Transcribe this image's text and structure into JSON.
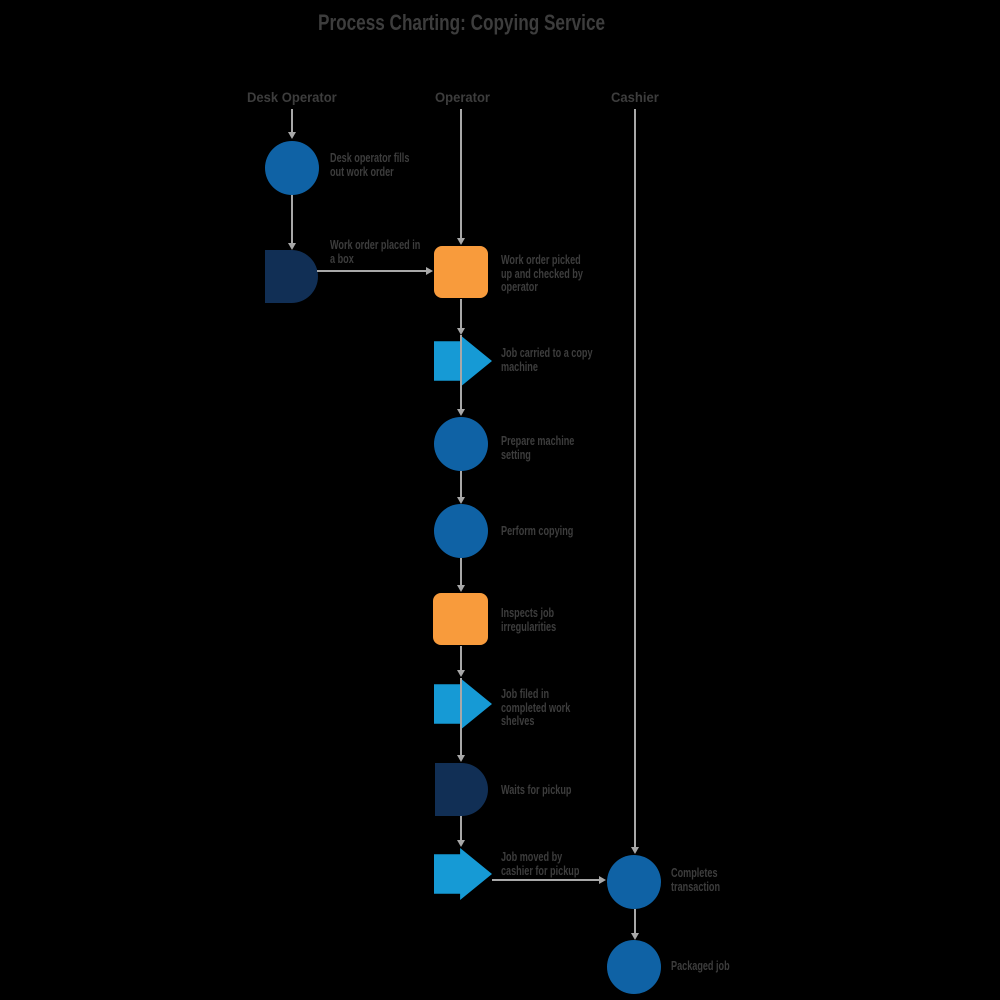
{
  "title": "Process Charting: Copying Service",
  "lanes": [
    {
      "label": "Desk Operator"
    },
    {
      "label": "Operator"
    },
    {
      "label": "Cashier"
    }
  ],
  "nodes": [
    {
      "shape": "circle",
      "lane": "Desk Operator",
      "label": "Desk operator fills\nout work order"
    },
    {
      "shape": "delay",
      "lane": "Desk Operator",
      "label": "Work order placed in\na box"
    },
    {
      "shape": "square",
      "lane": "Operator",
      "label": "Work order picked\nup and checked by\noperator"
    },
    {
      "shape": "arrow",
      "lane": "Operator",
      "label": "Job carried to a copy\nmachine"
    },
    {
      "shape": "circle",
      "lane": "Operator",
      "label": "Prepare machine\nsetting"
    },
    {
      "shape": "circle",
      "lane": "Operator",
      "label": "Perform copying"
    },
    {
      "shape": "square",
      "lane": "Operator",
      "label": "Inspects job\nirregularities"
    },
    {
      "shape": "arrow",
      "lane": "Operator",
      "label": "Job filed in\ncompleted work\nshelves"
    },
    {
      "shape": "delay",
      "lane": "Operator",
      "label": "Waits for pickup"
    },
    {
      "shape": "arrow",
      "lane": "Operator",
      "label": "Job moved by\ncashier for pickup"
    },
    {
      "shape": "circle",
      "lane": "Cashier",
      "label": "Completes\ntransaction"
    },
    {
      "shape": "circle",
      "lane": "Cashier",
      "label": "Packaged job"
    }
  ],
  "colors": {
    "circle_blue": "#0f62a5",
    "arrow_blue": "#169ad5",
    "delay_navy": "#112f55",
    "square_orange": "#f89b3c",
    "connector_gray": "#a8a8a8",
    "text_gray": "#3d3d3d"
  }
}
